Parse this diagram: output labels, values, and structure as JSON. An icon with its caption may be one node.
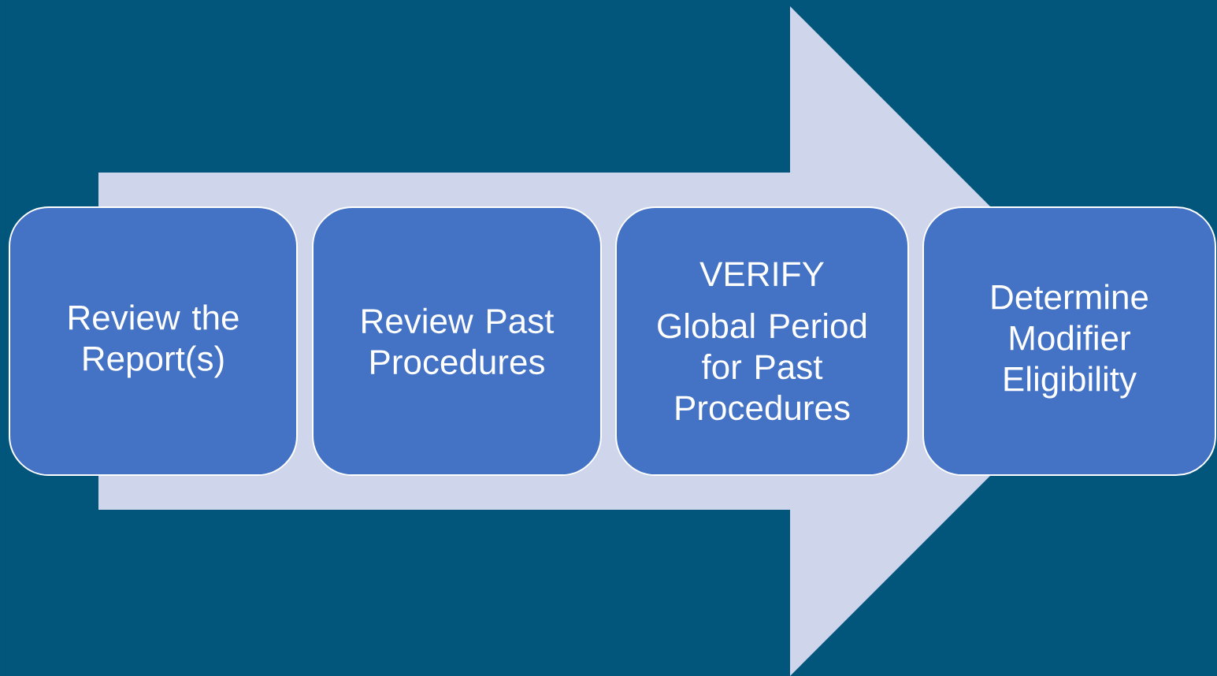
{
  "diagram": {
    "nodes": [
      {
        "text": [
          "Review the Report(s)"
        ]
      },
      {
        "text": [
          "Review Past Procedures"
        ]
      },
      {
        "text": [
          "VERIFY",
          "Global Period for Past Procedures"
        ]
      },
      {
        "text": [
          "Determine Modifier Eligibility"
        ]
      }
    ],
    "edges": [
      {
        "from": 0,
        "to": 3,
        "arrow": "to"
      }
    ]
  }
}
